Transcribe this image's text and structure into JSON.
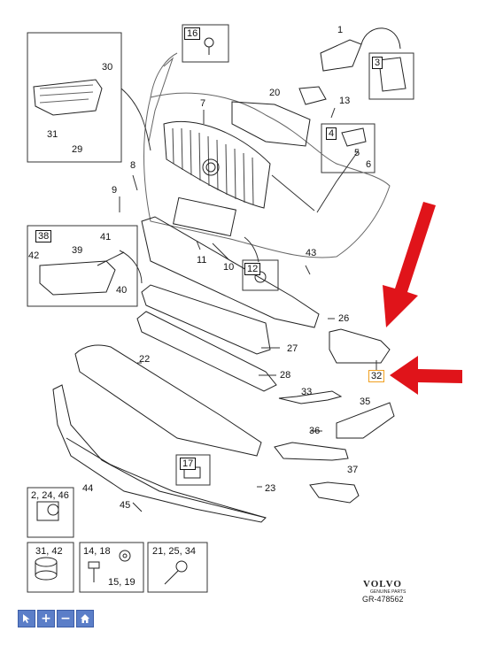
{
  "callouts": {
    "c1": "1",
    "c3": "3",
    "c4": "4",
    "c5": "5",
    "c6": "6",
    "c7": "7",
    "c8": "8",
    "c9": "9",
    "c10": "10",
    "c11": "11",
    "c12": "12",
    "c13": "13",
    "c16": "16",
    "c17": "17",
    "c20": "20",
    "c22": "22",
    "c23": "23",
    "c26": "26",
    "c27": "27",
    "c28": "28",
    "c29": "29",
    "c30": "30",
    "c31": "31",
    "c32": "32",
    "c33": "33",
    "c35": "35",
    "c36": "36",
    "c37": "37",
    "c38": "38",
    "c39": "39",
    "c40": "40",
    "c41": "41",
    "c42": "42",
    "c43": "43",
    "c44": "44",
    "c45": "45"
  },
  "hardware_boxes": {
    "box_a": "2, 24, 46",
    "box_b": "31, 42",
    "box_c_top": "14, 18",
    "box_c_bottom": "15, 19",
    "box_d": "21, 25, 34"
  },
  "brand": {
    "name": "VOLVO",
    "subtitle": "GENUINE PARTS",
    "ref": "GR-478562"
  },
  "colors": {
    "arrow": "#e0141a",
    "highlight": "#f0a020",
    "toolbar": "#5b7ec8"
  },
  "toolbar": [
    {
      "icon": "cursor-icon"
    },
    {
      "icon": "plus-icon",
      "glyph": "+"
    },
    {
      "icon": "minus-icon",
      "glyph": "−"
    },
    {
      "icon": "home-icon"
    }
  ]
}
